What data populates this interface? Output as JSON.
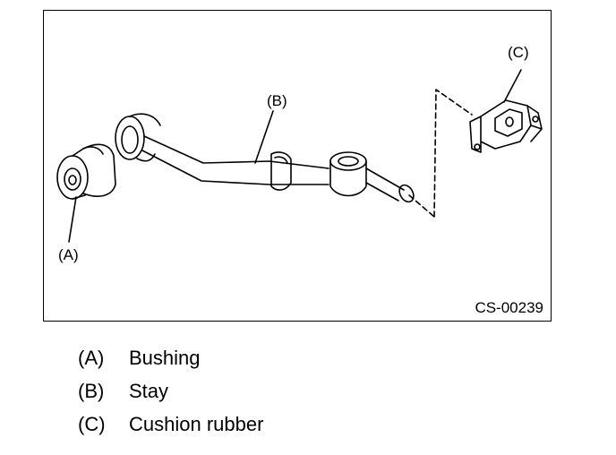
{
  "figure": {
    "code": "CS-00239",
    "callouts": {
      "a": "(A)",
      "b": "(B)",
      "c": "(C)"
    }
  },
  "legend": [
    {
      "key": "(A)",
      "label": "Bushing"
    },
    {
      "key": "(B)",
      "label": "Stay"
    },
    {
      "key": "(C)",
      "label": "Cushion rubber"
    }
  ]
}
